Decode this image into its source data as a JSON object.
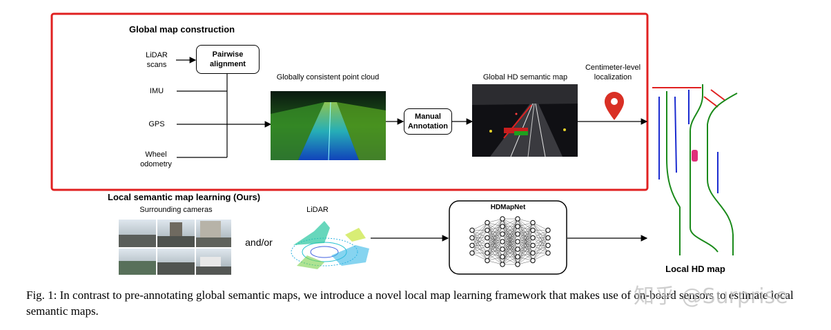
{
  "global": {
    "title": "Global map construction",
    "inputs": [
      "LiDAR scans",
      "IMU",
      "GPS",
      "Wheel odometry"
    ],
    "pairwise": "Pairwise alignment",
    "point_cloud_label": "Globally consistent point cloud",
    "manual": "Manual Annotation",
    "hd_map_label": "Global HD semantic map",
    "localization": "Centimeter-level localization"
  },
  "local": {
    "title": "Local semantic map learning (Ours)",
    "cameras": "Surrounding cameras",
    "andor": "and/or",
    "lidar": "LiDAR",
    "net": "HDMapNet",
    "output": "Local HD map"
  },
  "caption": "Fig. 1:  In contrast to pre-annotating global semantic maps, we introduce a novel local map learning framework that makes use of on-board sensors to estimate local semantic maps.",
  "watermark": "知乎 @Surprise",
  "colors": {
    "frame": "#e02020",
    "pin": "#d93025",
    "road": "#1a8a1a",
    "lane": "#1a2bd0"
  }
}
